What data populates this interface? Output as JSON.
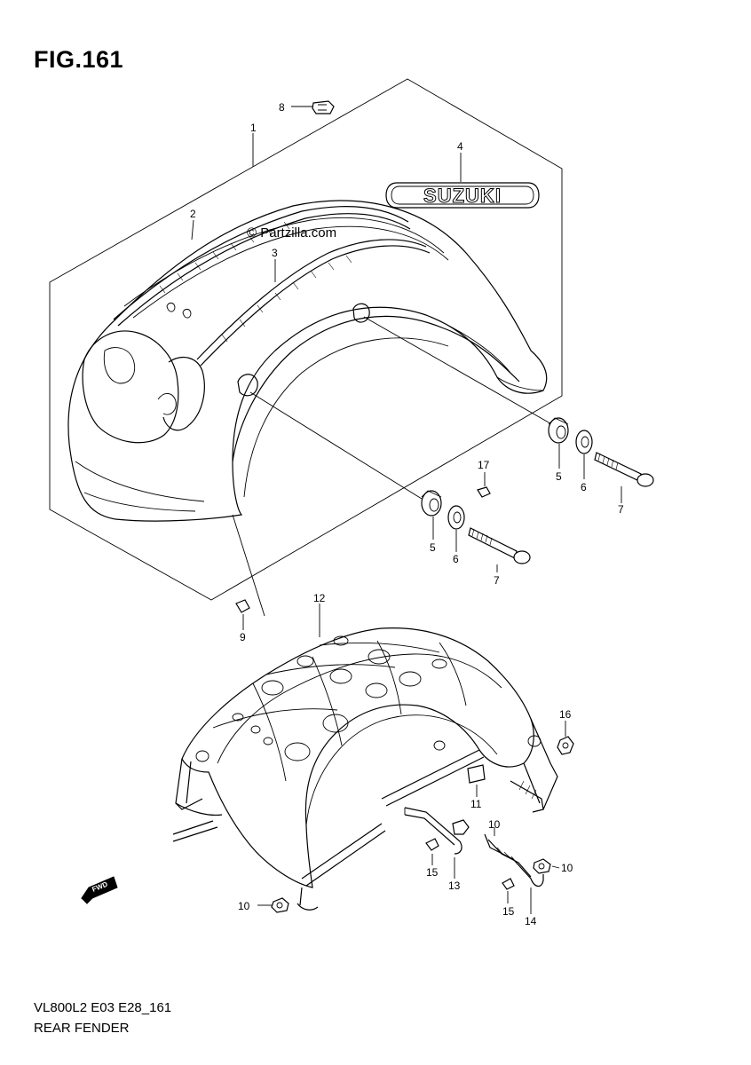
{
  "figure": {
    "title": "FIG.161",
    "code": "VL800L2 E03 E28_161",
    "name": "REAR FENDER"
  },
  "watermark": "© Partzilla.com",
  "emblem_text": "SUZUKI",
  "forward_badge": "FWD",
  "callouts": {
    "c1": "1",
    "c2": "2",
    "c3": "3",
    "c4": "4",
    "c5a": "5",
    "c5b": "5",
    "c6a": "6",
    "c6b": "6",
    "c7a": "7",
    "c7b": "7",
    "c8": "8",
    "c9": "9",
    "c10a": "10",
    "c10b": "10",
    "c10c": "10",
    "c11": "11",
    "c12": "12",
    "c13": "13",
    "c14": "14",
    "c15a": "15",
    "c15b": "15",
    "c16": "16",
    "c17": "17"
  }
}
